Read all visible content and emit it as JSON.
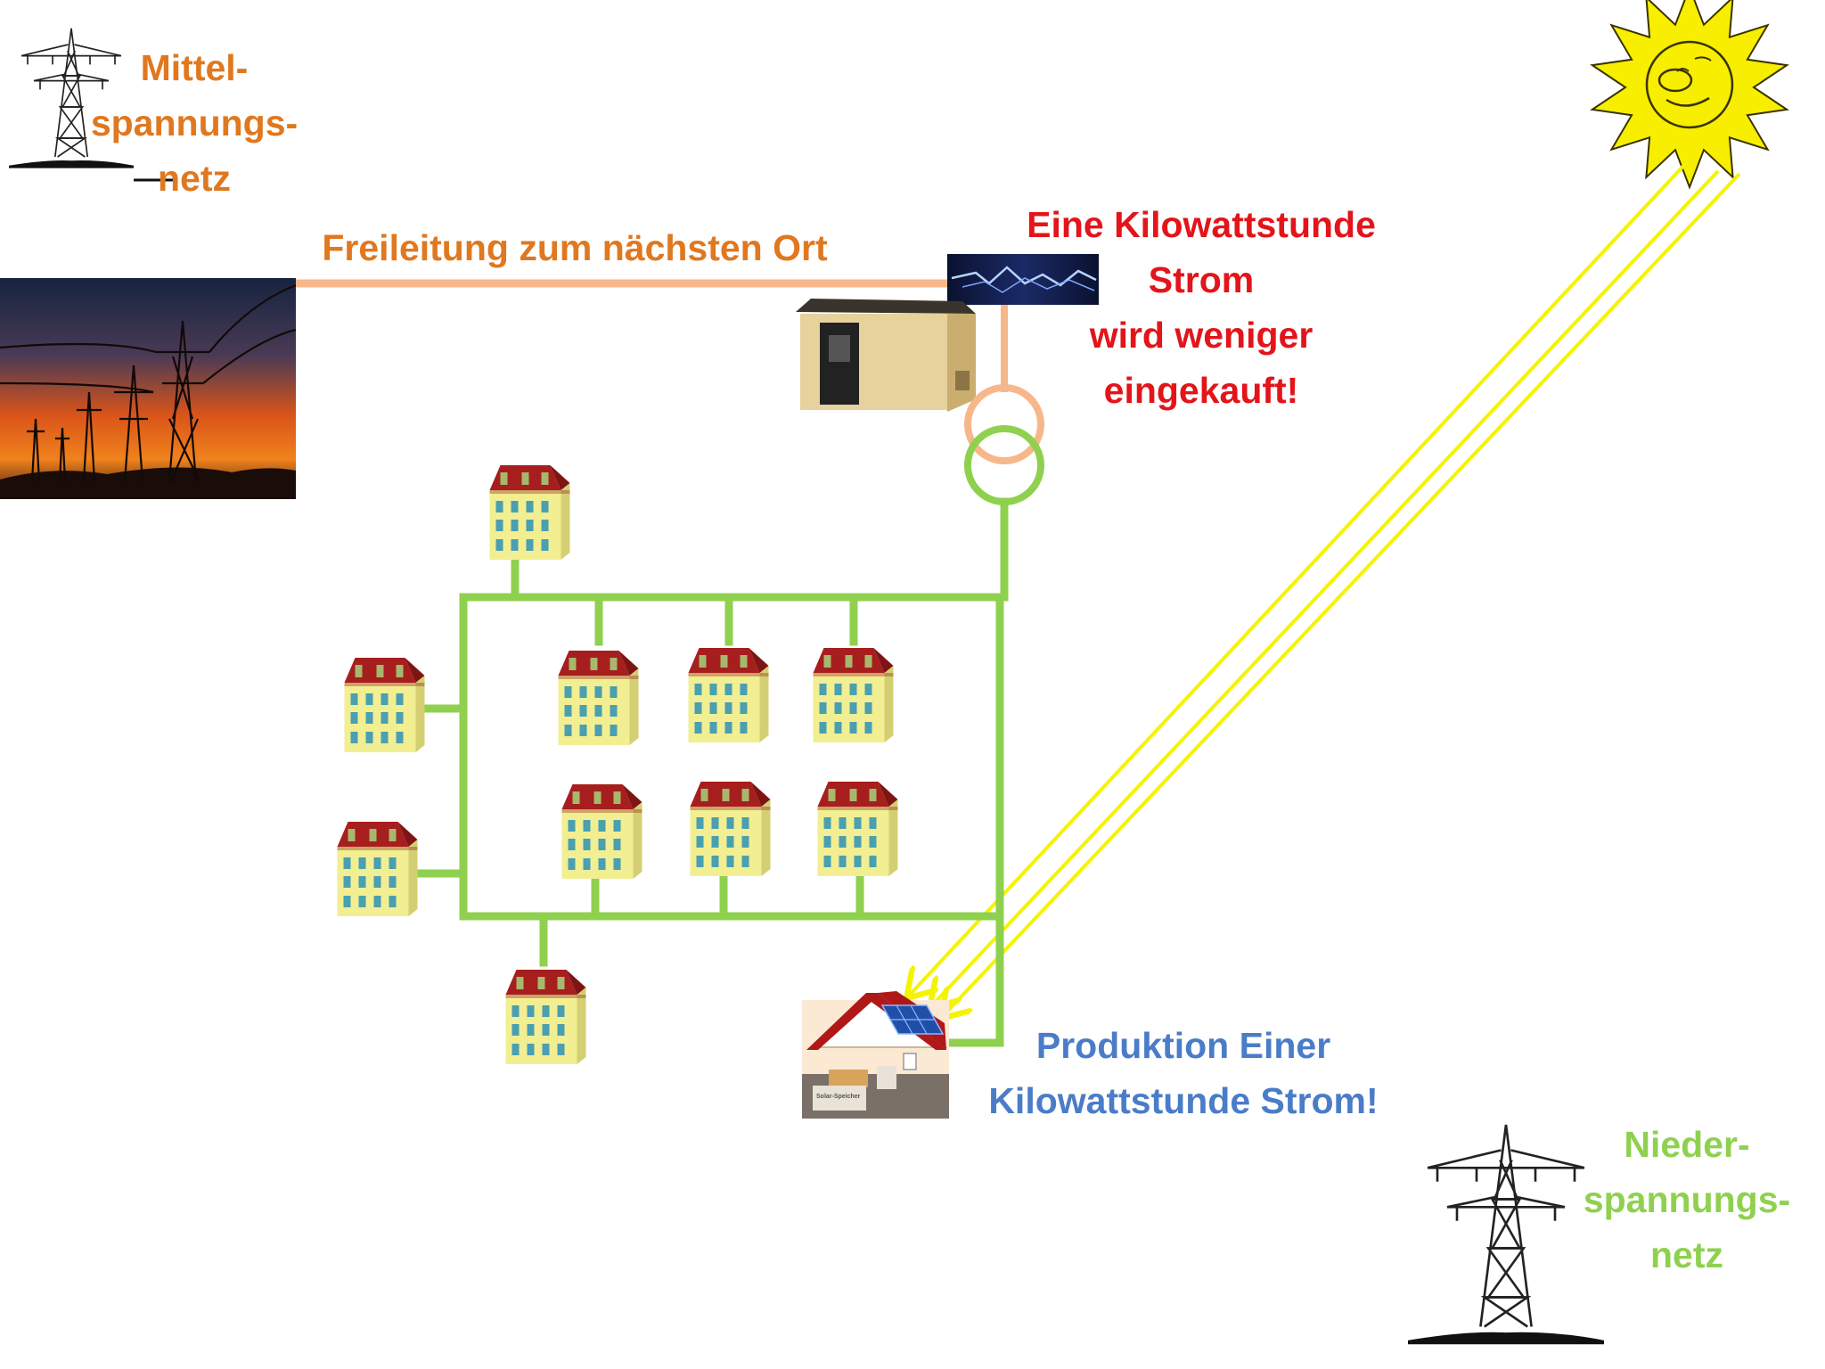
{
  "colors": {
    "mv_line": "#f6b78a",
    "lv_line": "#8fd14f",
    "mv_label": "#e07820",
    "lv_label": "#8fd14f",
    "purchase_label": "#e3141a",
    "production_label": "#4a7cc8",
    "sun": "#f7ee00",
    "sun_rays": "#f4f400"
  },
  "labels": {
    "mv_grid": [
      "Mittel-",
      "spannungs-",
      "netz"
    ],
    "overhead_line": "Freileitung zum nächsten Ort",
    "purchase": [
      "Eine Kilowattstunde",
      "Strom",
      "wird weniger",
      "eingekauft!"
    ],
    "production": [
      "Produktion Einer",
      "Kilowattstunde Strom!"
    ],
    "lv_grid": [
      "Nieder-",
      "spannungs-",
      "netz"
    ],
    "storage_caption": "Solar-Speicher"
  },
  "icons": {
    "mv_pylon": "power-pylon-icon",
    "lv_pylon": "power-pylon-icon",
    "sun": "smiling-sun-icon",
    "transformer": "transformer-icon",
    "substation": "substation-icon",
    "house": "apartment-house-icon",
    "solar_house": "solar-house-icon"
  }
}
